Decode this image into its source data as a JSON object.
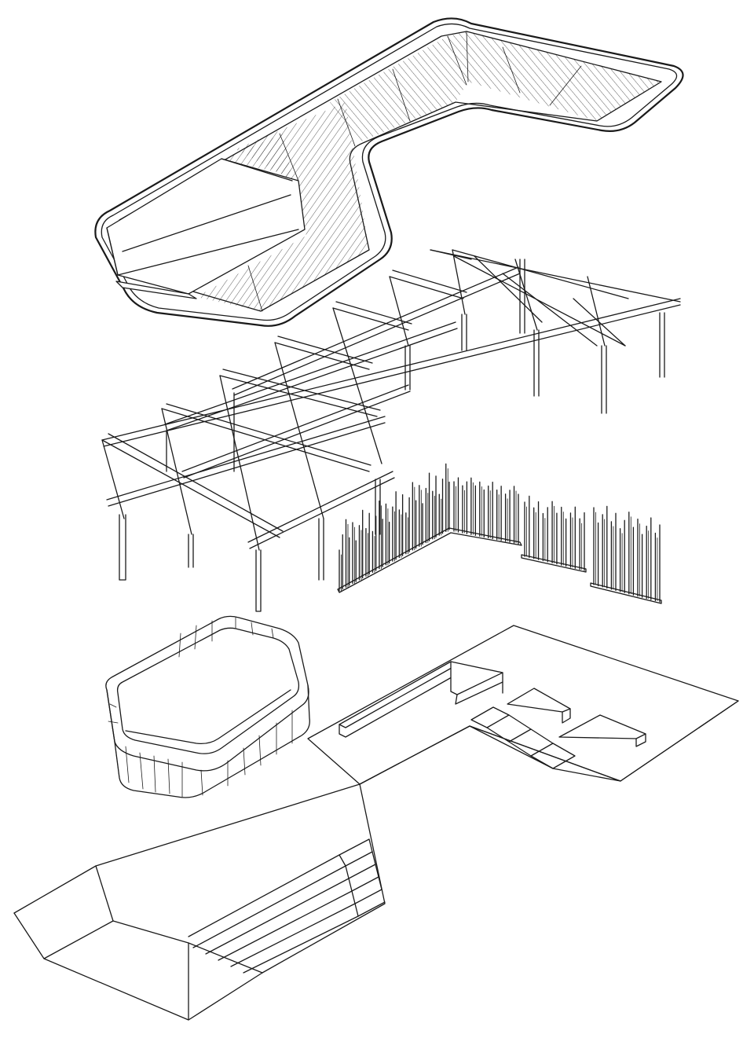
{
  "diagram": {
    "type": "exploded-axonometric",
    "line_color": "#1a1a1a",
    "background": "#ffffff",
    "layers": [
      {
        "id": "roof",
        "name": "roof-canopy-icon"
      },
      {
        "id": "frame",
        "name": "pergola-frame-icon"
      },
      {
        "id": "slats",
        "name": "vertical-slat-screen-icon"
      },
      {
        "id": "planter",
        "name": "rounded-planter-enclosure-icon"
      },
      {
        "id": "terrain",
        "name": "terraced-ground-platform-icon"
      }
    ]
  }
}
